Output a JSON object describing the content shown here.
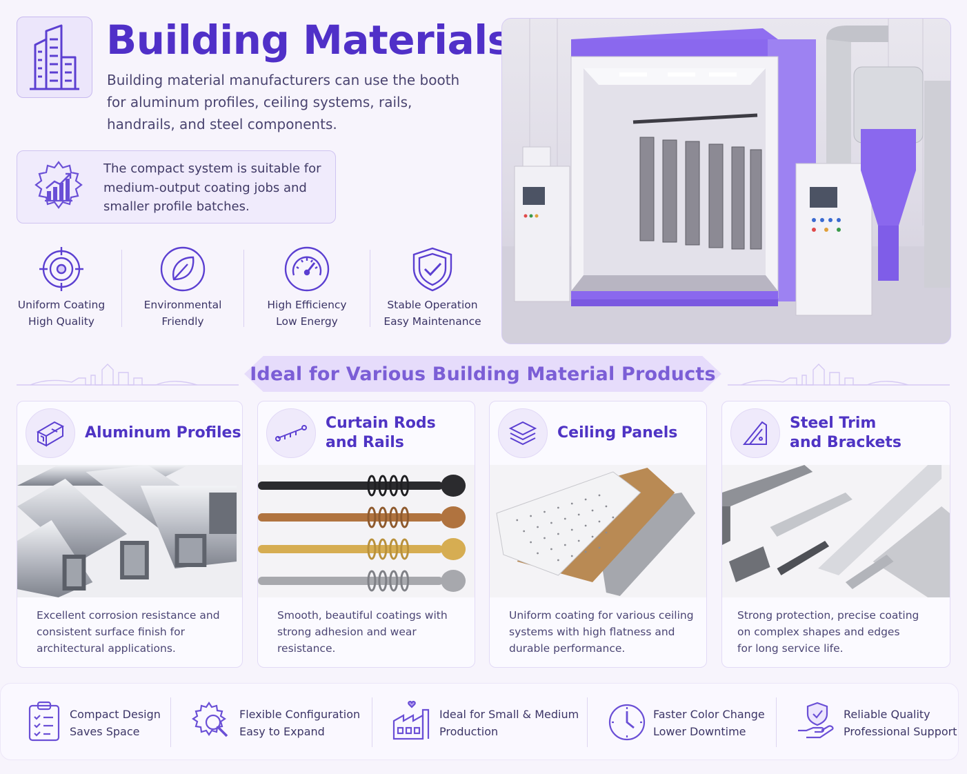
{
  "header": {
    "title": "Building Materials",
    "subtitle": "Building material manufacturers can use the booth for aluminum profiles, ceiling systems, rails, handrails, and steel components.",
    "compact_text": "The compact system is suitable for medium-output coating jobs and smaller profile batches."
  },
  "features": [
    {
      "line1": "Uniform Coating",
      "line2": "High Quality",
      "icon": "target-icon"
    },
    {
      "line1": "Environmental",
      "line2": "Friendly",
      "icon": "leaf-icon"
    },
    {
      "line1": "High Efficiency",
      "line2": "Low Energy",
      "icon": "gauge-icon"
    },
    {
      "line1": "Stable Operation",
      "line2": "Easy Maintenance",
      "icon": "shield-check-icon"
    }
  ],
  "banner": {
    "title": "Ideal for Various Building Material Products"
  },
  "products": [
    {
      "title1": "Aluminum Profiles",
      "title2": "",
      "desc": [
        "Excellent corrosion resistance and",
        "consistent surface finish for",
        "architectural applications."
      ],
      "icon": "aluminum-profile-icon"
    },
    {
      "title1": "Curtain Rods",
      "title2": "and Rails",
      "desc": [
        "Smooth, beautiful coatings with",
        "strong adhesion and wear",
        "resistance."
      ],
      "icon": "curtain-rod-icon"
    },
    {
      "title1": "Ceiling Panels",
      "title2": "",
      "desc": [
        "Uniform coating for various ceiling",
        "systems with high flatness and",
        "durable performance."
      ],
      "icon": "layers-icon"
    },
    {
      "title1": "Steel Trim",
      "title2": "and Brackets",
      "desc": [
        "Strong protection, precise coating",
        "on complex shapes and edges",
        "for long service life."
      ],
      "icon": "bracket-icon"
    }
  ],
  "footer": [
    {
      "line1": "Compact Design",
      "line2": "Saves Space",
      "icon": "clipboard-icon"
    },
    {
      "line1": "Flexible Configuration",
      "line2": "Easy to Expand",
      "icon": "gear-search-icon"
    },
    {
      "line1": "Ideal for Small & Medium",
      "line2": "Production",
      "icon": "factory-icon"
    },
    {
      "line1": "Faster Color Change",
      "line2": "Lower Downtime",
      "icon": "clock-icon"
    },
    {
      "line1": "Reliable Quality",
      "line2": "Professional Support",
      "icon": "hand-shield-icon"
    }
  ],
  "colors": {
    "accent": "#5b3fd1",
    "light_accent": "#e6dcfb",
    "background": "#f7f4fc"
  }
}
